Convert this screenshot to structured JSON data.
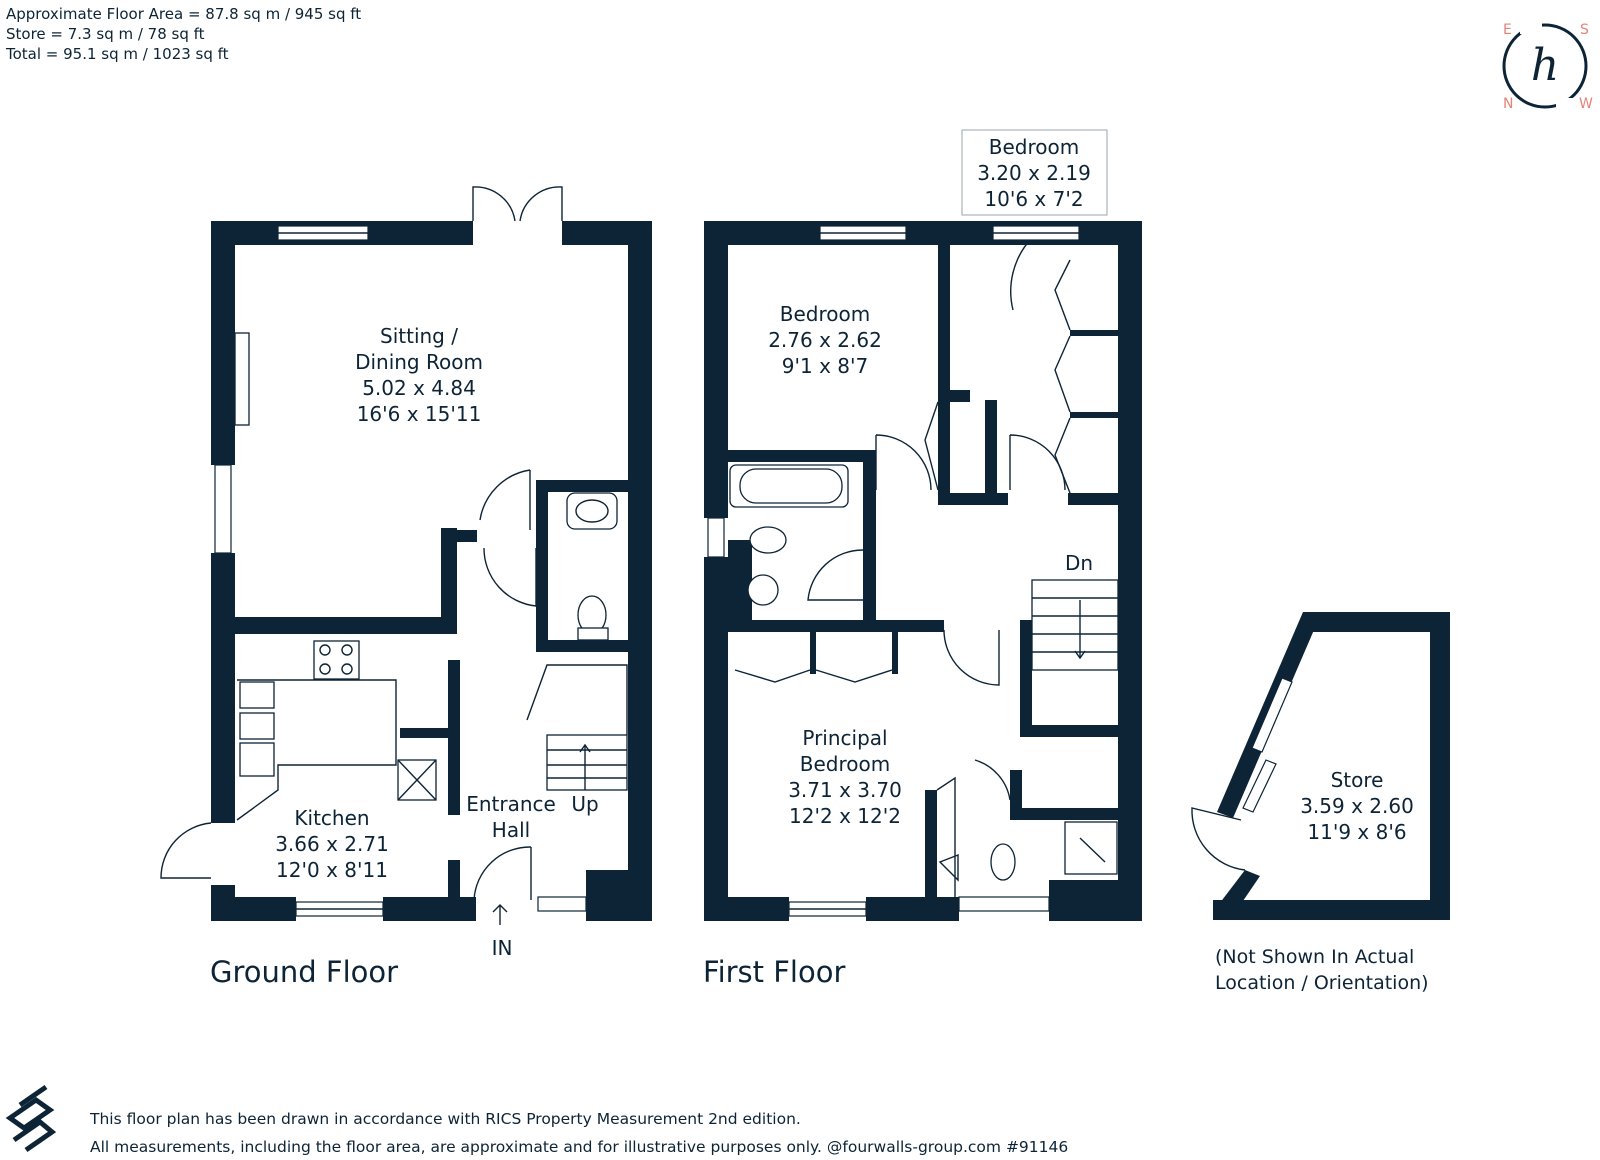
{
  "areas": [
    "Approximate Floor Area = 87.8 sq m / 945 sq ft",
    "Store = 7.3 sq m / 78 sq ft",
    "Total = 95.1 sq m / 1023 sq ft"
  ],
  "compass": {
    "e": "E",
    "s": "S",
    "n": "N",
    "w": "W",
    "logo": "h"
  },
  "ground_floor": {
    "title": "Ground Floor",
    "sitting": [
      "Sitting /",
      "Dining Room",
      "5.02 x 4.84",
      "16'6 x 15'11"
    ],
    "kitchen": [
      "Kitchen",
      "3.66 x 2.71",
      "12'0 x 8'11"
    ],
    "hall": [
      "Entrance",
      "Hall"
    ],
    "up": "Up",
    "entry": "IN"
  },
  "first_floor": {
    "title": "First Floor",
    "bedroom2": [
      "Bedroom",
      "2.76 x 2.62",
      "9'1 x 8'7"
    ],
    "bedroom3": [
      "Bedroom",
      "3.20 x 2.19",
      "10'6 x 7'2"
    ],
    "principal": [
      "Principal",
      "Bedroom",
      "3.71 x 3.70",
      "12'2 x 12'2"
    ],
    "down": "Dn"
  },
  "store": {
    "labels": [
      "Store",
      "3.59 x 2.60",
      "11'9 x 8'6"
    ],
    "note": [
      "(Not Shown In Actual",
      "Location / Orientation)"
    ]
  },
  "footer": [
    "This floor plan has been drawn in accordance with RICS Property Measurement 2nd edition.",
    "All measurements, including the floor area, are approximate and for illustrative purposes only. @fourwalls-group.com #91146"
  ],
  "colors": {
    "wall": "#0d2436",
    "compass": "#e4847a"
  }
}
